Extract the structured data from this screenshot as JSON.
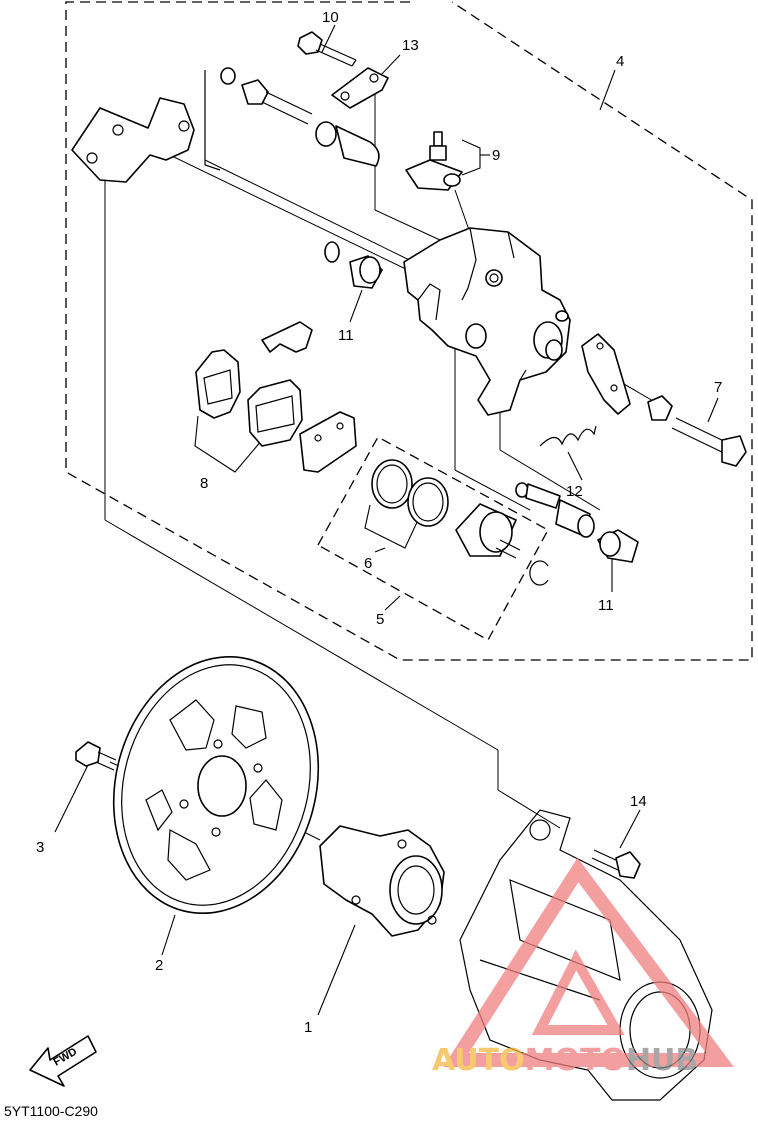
{
  "callouts": {
    "p1": "1",
    "p2": "2",
    "p3": "3",
    "p4": "4",
    "p5": "5",
    "p6": "6",
    "p7": "7",
    "p8": "8",
    "p9": "9",
    "p10": "10",
    "p11a": "11",
    "p11b": "11",
    "p12": "12",
    "p13": "13",
    "p14": "14"
  },
  "diagram_code": "5YT1100-C290",
  "fwd_label": "FWD",
  "watermark": {
    "left": "AUTO",
    "mid": "MOTO",
    "right": "HUB"
  },
  "colors": {
    "watermark_red": "#f08080",
    "watermark_orange": "#f5b942",
    "watermark_gray": "#8a8a8a"
  }
}
